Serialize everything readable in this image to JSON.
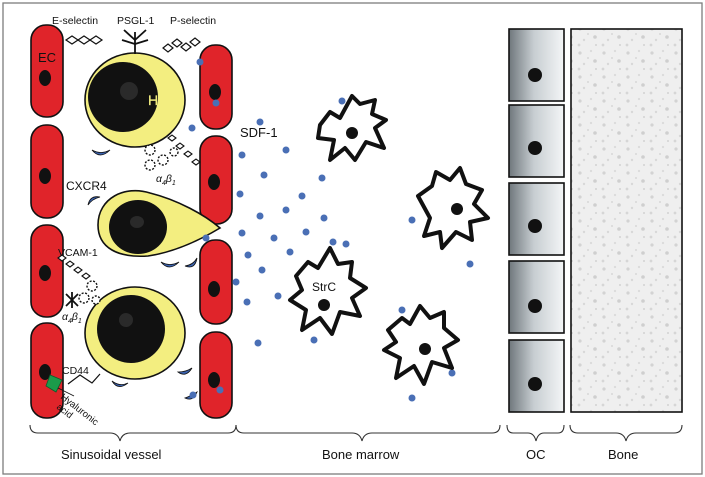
{
  "labels": {
    "e_selectin": "E-selectin",
    "psgl1": "PSGL-1",
    "p_selectin": "P-selectin",
    "ec": "EC",
    "hsc": "HSC",
    "sdf1": "SDF-1",
    "cxcr4": "CXCR4",
    "vcam1": "VCAM-1",
    "a4b1_upper": "α",
    "a4b1_sub4": "4",
    "a4b1_beta": "β",
    "a4b1_sub1": "1",
    "cd44": "CD44",
    "hyaluronic_1": "Hyaluronic",
    "hyaluronic_2": "acid",
    "strc": "StrC"
  },
  "regions": {
    "sinusoidal_vessel": "Sinusoidal vessel",
    "bone_marrow": "Bone marrow",
    "oc": "OC",
    "bone": "Bone"
  },
  "colors": {
    "endothelial_red": "#e0242a",
    "hsc_yellow": "#f3ee80",
    "nucleus": "#111111",
    "sdf1_dot": "#4a6fb5",
    "receptor_blue": "#3b63b0",
    "hyaluronic_green": "#1b9b4a",
    "oc_gray": "#9aa3a9",
    "bone_fill": "#ececec"
  }
}
